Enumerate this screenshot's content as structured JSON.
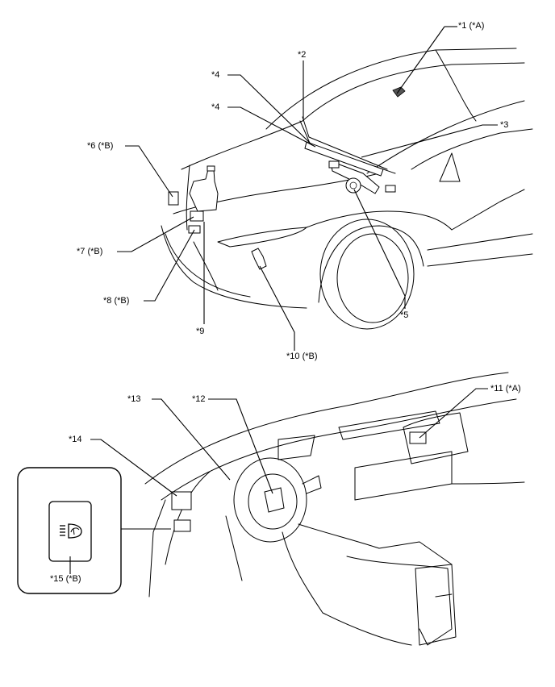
{
  "callouts": {
    "c1": "*1 (*A)",
    "c2": "*2",
    "c3": "*3",
    "c4a": "*4",
    "c4b": "*4",
    "c5": "*5",
    "c6": "*6 (*B)",
    "c7": "*7 (*B)",
    "c8": "*8 (*B)",
    "c9": "*9",
    "c10": "*10 (*B)",
    "c11": "*11 (*A)",
    "c12": "*12",
    "c13": "*13",
    "c14": "*14",
    "c15": "*15 (*B)"
  },
  "icons": {
    "inset_symbol": "headlight-cleaner-switch-icon"
  }
}
